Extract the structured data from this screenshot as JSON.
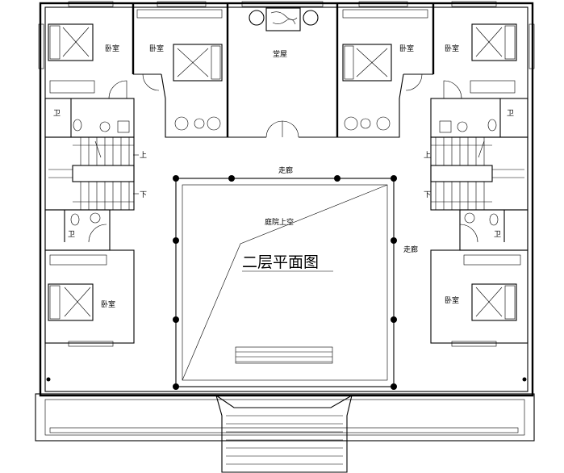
{
  "plan": {
    "title": "二层平面图",
    "labels": {
      "bedroom_tl": "卧室",
      "bedroom_tl2": "卧室",
      "hall": "堂屋",
      "bedroom_tr2": "卧室",
      "bedroom_tr": "卧室",
      "bath_tl": "卫",
      "bath_tr": "卫",
      "up_left": "上",
      "down_left": "下",
      "up_right": "上",
      "down_right": "下",
      "corridor_top": "走廊",
      "corridor_right": "走廊",
      "courtyard_void": "庭院上空",
      "bath_bl": "卫",
      "bath_br": "卫",
      "bedroom_bl": "卧室",
      "bedroom_br": "卧室"
    }
  }
}
